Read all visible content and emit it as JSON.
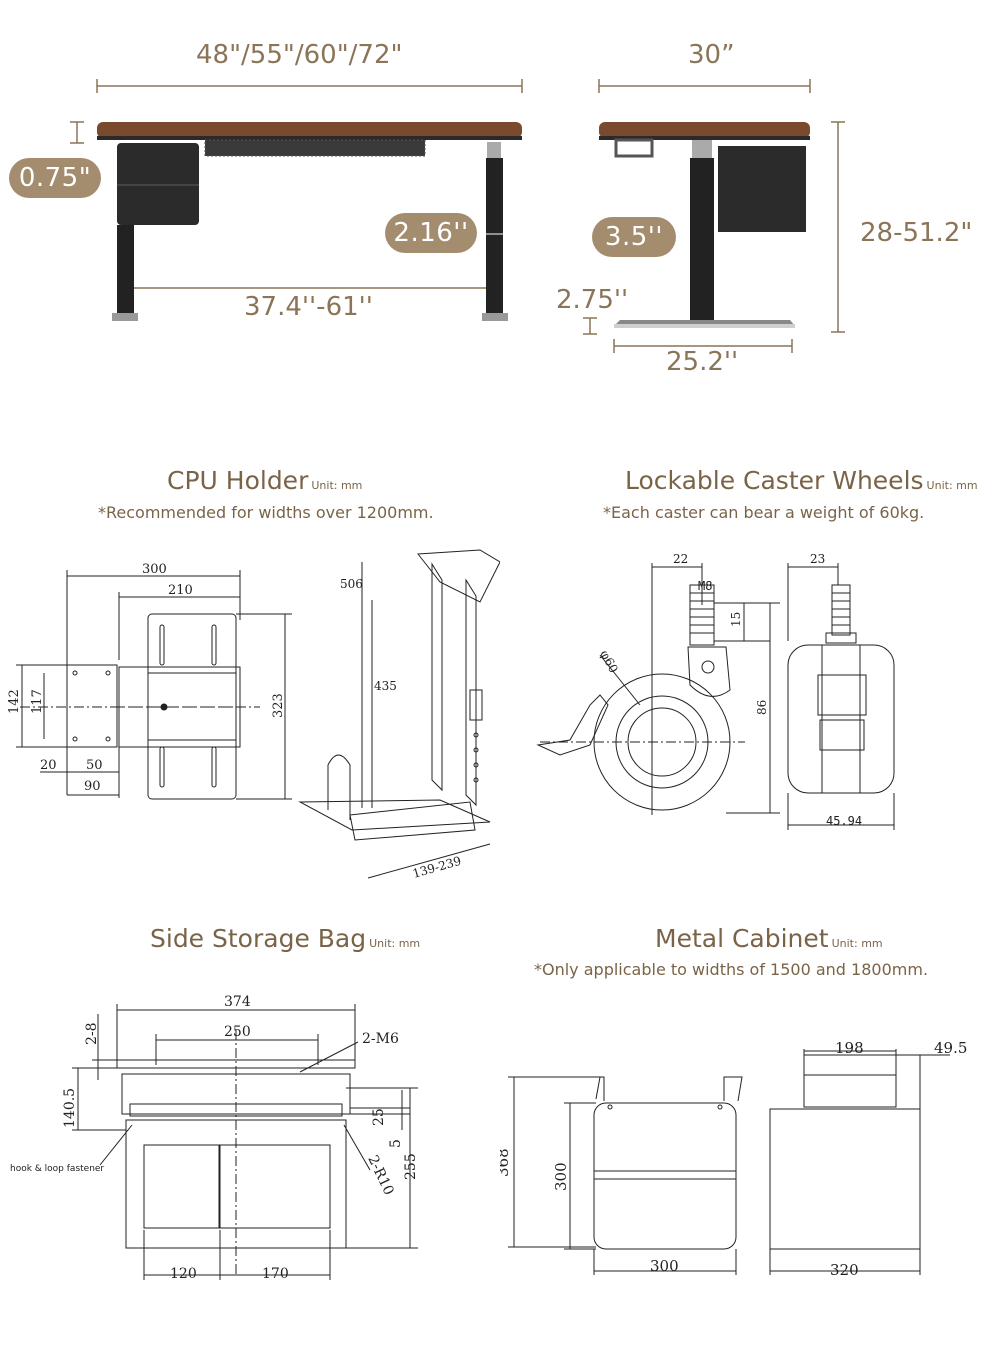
{
  "desk": {
    "width_dims": "48\"/55\"/60\"/72\"",
    "depth_dim": "30”",
    "top_thickness": "0.75\"",
    "leg_width": "2.16''",
    "leg_spread": "37.4''-61''",
    "side_leg": "3.5''",
    "foot_height": "2.75''",
    "foot_length": "25.2''",
    "height_range": "28-51.2\""
  },
  "cpu_holder": {
    "title": "CPU Holder",
    "unit": "Unit: mm",
    "note": "*Recommended for widths over 1200mm.",
    "dims": {
      "d300": "300",
      "d210": "210",
      "d142": "142",
      "d117": "117",
      "d20": "20",
      "d50": "50",
      "d90": "90",
      "d323": "323",
      "d506": "506",
      "d435": "435",
      "d139": "139-239"
    }
  },
  "caster": {
    "title": "Lockable Caster Wheels",
    "unit": "Unit: mm",
    "note": "*Each caster can bear a weight of 60kg.",
    "dims": {
      "d22": "22",
      "m8": "M8",
      "d15": "15",
      "phi60": "φ60",
      "d86": "86",
      "d23": "23",
      "d4594": "45.94"
    }
  },
  "storage_bag": {
    "title": "Side Storage Bag",
    "unit": "Unit: mm",
    "fastener": "hook & loop fastener",
    "dims": {
      "d374": "374",
      "d250": "250",
      "d28": "2-8",
      "m6": "2-M6",
      "d1405": "140.5",
      "d25": "25",
      "d5": "5",
      "r10": "2-R10",
      "d255": "255",
      "d120": "120",
      "d170": "170"
    }
  },
  "cabinet": {
    "title": "Metal Cabinet",
    "unit": "Unit: mm",
    "note": "*Only applicable to widths of 1500 and 1800mm.",
    "dims": {
      "d198": "198",
      "d495": "49.5",
      "d368": "368",
      "d300h": "300",
      "d300w": "300",
      "d320": "320"
    }
  },
  "colors": {
    "accent": "#a48d6f",
    "text_brown": "#7a6448",
    "wood": "#7a4a2e",
    "frame": "#2a2a2a"
  }
}
